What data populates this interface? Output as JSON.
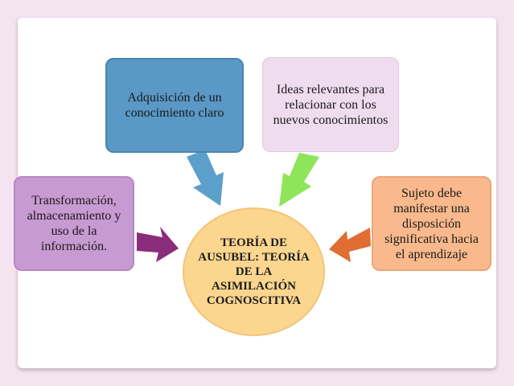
{
  "diagram": {
    "center": {
      "text": "TEORÍA DE AUSUBEL: TEORÍA DE LA ASIMILACIÓN COGNOSCITIVA",
      "color": "#fcd68e"
    },
    "nodes": [
      {
        "id": "top-left",
        "text": "Adquisición de un conocimiento claro",
        "color": "#5a98c6"
      },
      {
        "id": "top-right",
        "text": "Ideas relevantes para relacionar con los nuevos conocimientos",
        "color": "#f0dcef"
      },
      {
        "id": "left",
        "text": "Transformación, almacenamiento y uso de la información.",
        "color": "#c89ad2"
      },
      {
        "id": "right",
        "text": "Sujeto debe manifestar una disposición significativa hacia el aprendizaje",
        "color": "#f9b98c"
      }
    ],
    "arrows": [
      {
        "from": "top-left",
        "color": "#5aa0cb"
      },
      {
        "from": "top-right",
        "color": "#8fe55a"
      },
      {
        "from": "left",
        "color": "#8a2d7a"
      },
      {
        "from": "right",
        "color": "#e16d33"
      }
    ]
  },
  "background_color": "#f3e4f0"
}
